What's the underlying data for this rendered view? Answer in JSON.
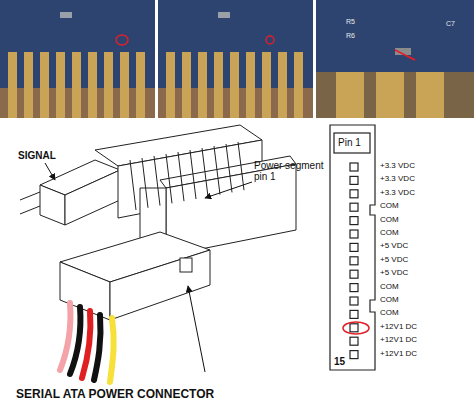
{
  "diagram": {
    "labels": [
      "R5",
      "R6",
      "C7",
      "SIGNAL",
      "Power segment pin 1",
      "SERIAL ATA POWER CONNECTOR",
      "Pin 1",
      "+3.3 VDC",
      "+3.3 VDC",
      "+3.3 VDC",
      "COM",
      "COM",
      "COM",
      "+5 VDC",
      "+5 VDC",
      "+5 VDC",
      "COM",
      "COM",
      "COM",
      "+12V1 DC",
      "+12V1 DC",
      "+12V1 DC",
      "15"
    ]
  }
}
